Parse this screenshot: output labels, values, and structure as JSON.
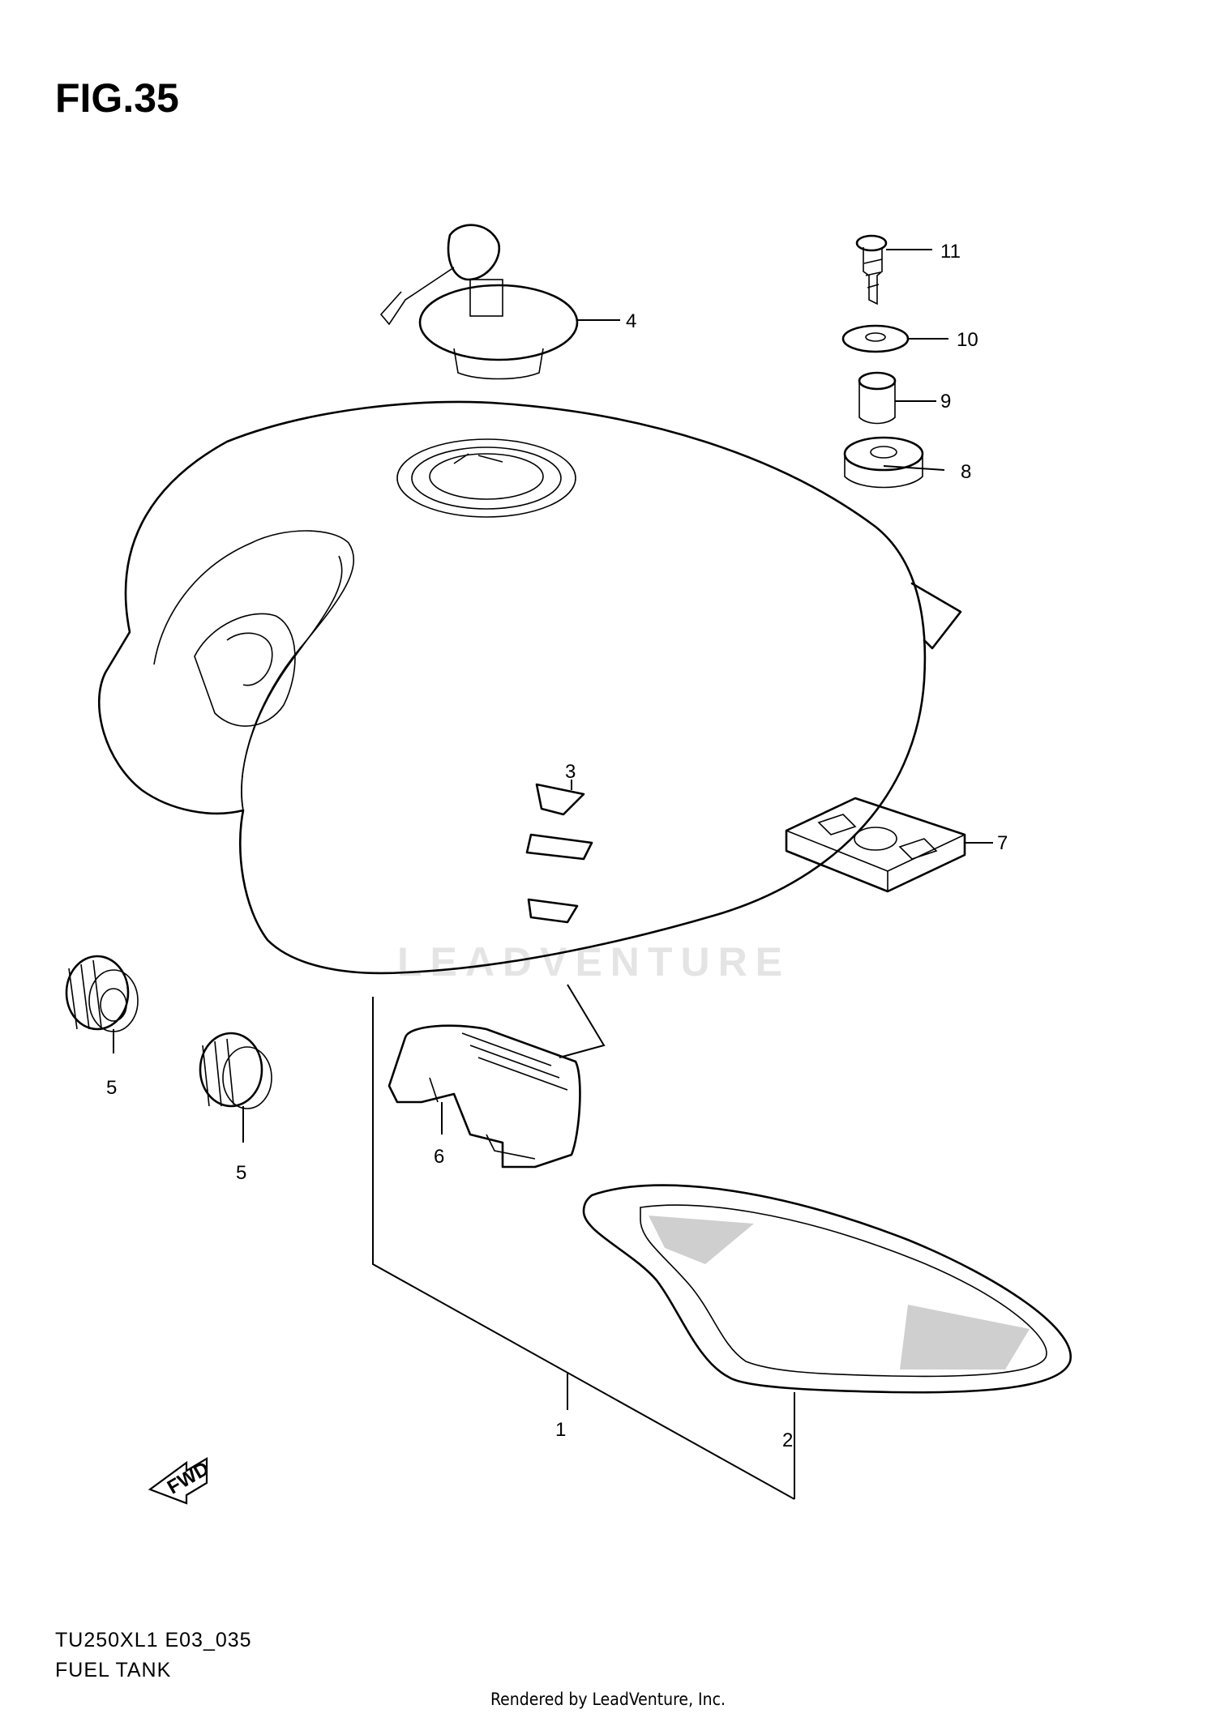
{
  "figure": {
    "title": "FIG.35",
    "model_code": "TU250XL1 E03_035",
    "section_name": "FUEL TANK"
  },
  "callouts": [
    "1",
    "2",
    "3",
    "4",
    "5",
    "5",
    "6",
    "7",
    "8",
    "9",
    "10",
    "11"
  ],
  "watermark": "LEADVENTURE",
  "direction_marker": "FWD",
  "footer": "Rendered by LeadVenture, Inc."
}
